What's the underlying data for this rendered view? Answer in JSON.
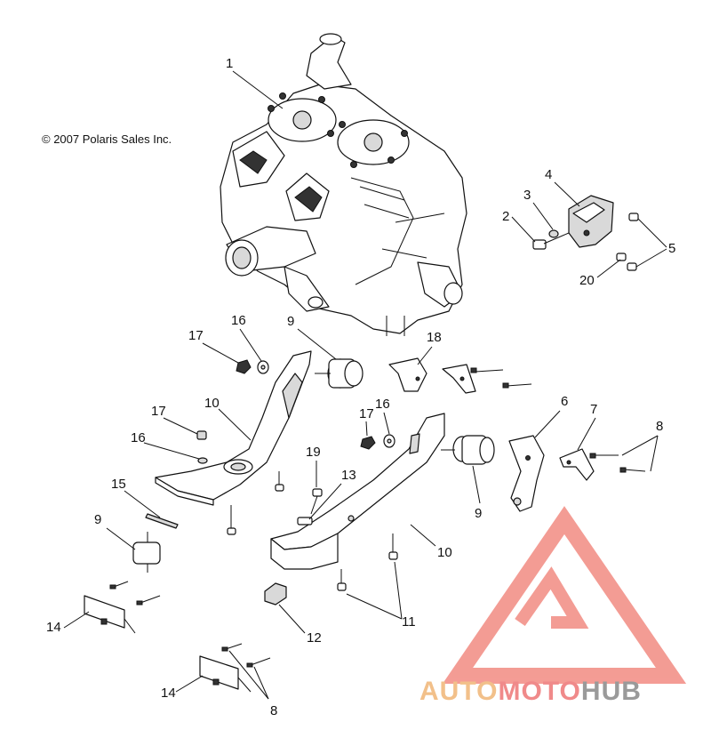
{
  "copyright": "© 2007 Polaris Sales Inc.",
  "watermark": {
    "part1": "AUTO",
    "part2": "MOTO",
    "part3": "HUB",
    "colors": {
      "auto": "#f2c08a",
      "moto": "#f08a8a",
      "hub": "#9a9a9a",
      "logo": "#f28b82"
    }
  },
  "callouts": {
    "c1": "1",
    "c2": "2",
    "c3": "3",
    "c4": "4",
    "c5": "5",
    "c20": "20",
    "c6": "6",
    "c7": "7",
    "c8a": "8",
    "c8b": "8",
    "c9a": "9",
    "c9b": "9",
    "c9c": "9",
    "c10a": "10",
    "c10b": "10",
    "c11": "11",
    "c12": "12",
    "c13": "13",
    "c14a": "14",
    "c14b": "14",
    "c15": "15",
    "c16a": "16",
    "c16b": "16",
    "c16c": "16",
    "c17a": "17",
    "c17b": "17",
    "c17c": "17",
    "c18": "18",
    "c19": "19"
  }
}
